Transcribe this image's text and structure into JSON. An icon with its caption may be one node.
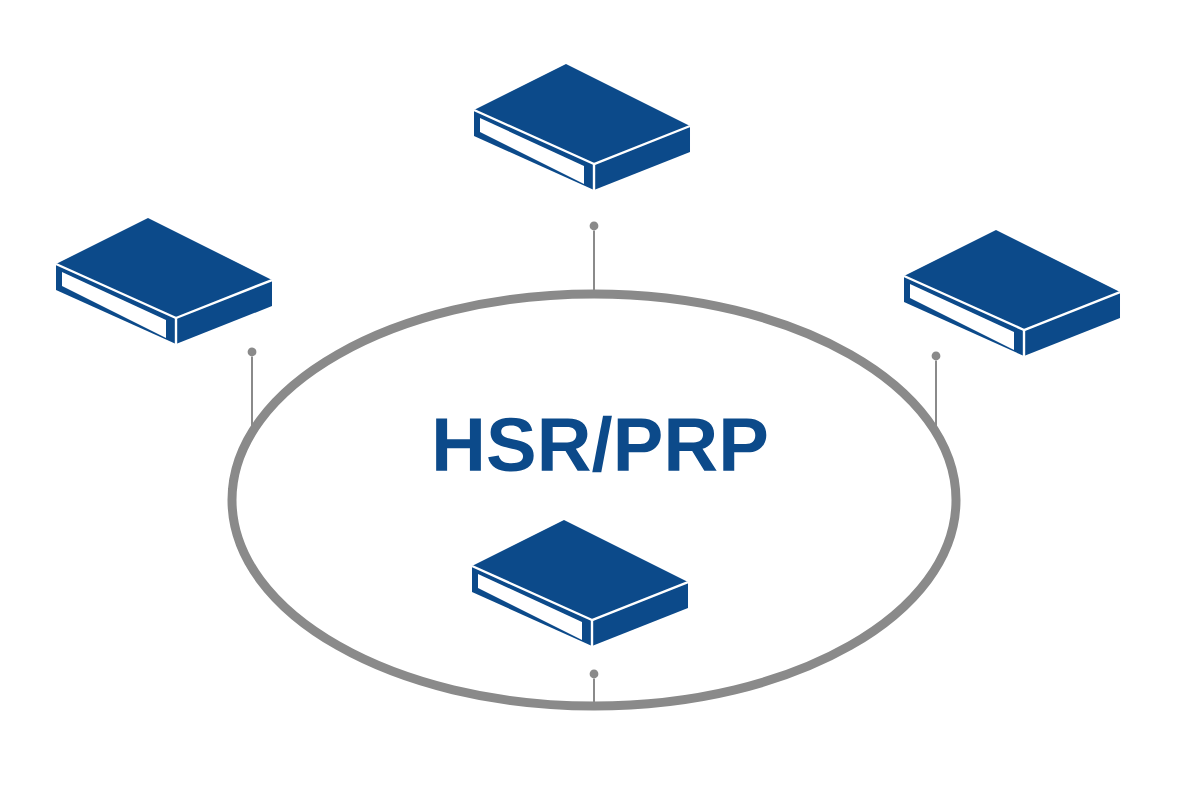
{
  "diagram": {
    "nodes": [
      {
        "text": [
          "HSR/PRP"
        ]
      },
      {
        "text": [],
        "shape": "picture"
      },
      {
        "text": [],
        "shape": "picture"
      },
      {
        "text": [],
        "shape": "picture"
      },
      {
        "text": [],
        "shape": "picture",
        "in": 0
      }
    ],
    "edges": [
      {
        "from": 1,
        "to": 0,
        "arrow": "none"
      },
      {
        "from": 2,
        "to": 0,
        "arrow": "none"
      },
      {
        "from": 3,
        "to": 0,
        "arrow": "none"
      },
      {
        "from": 4,
        "to": 0,
        "arrow": "none"
      }
    ]
  }
}
